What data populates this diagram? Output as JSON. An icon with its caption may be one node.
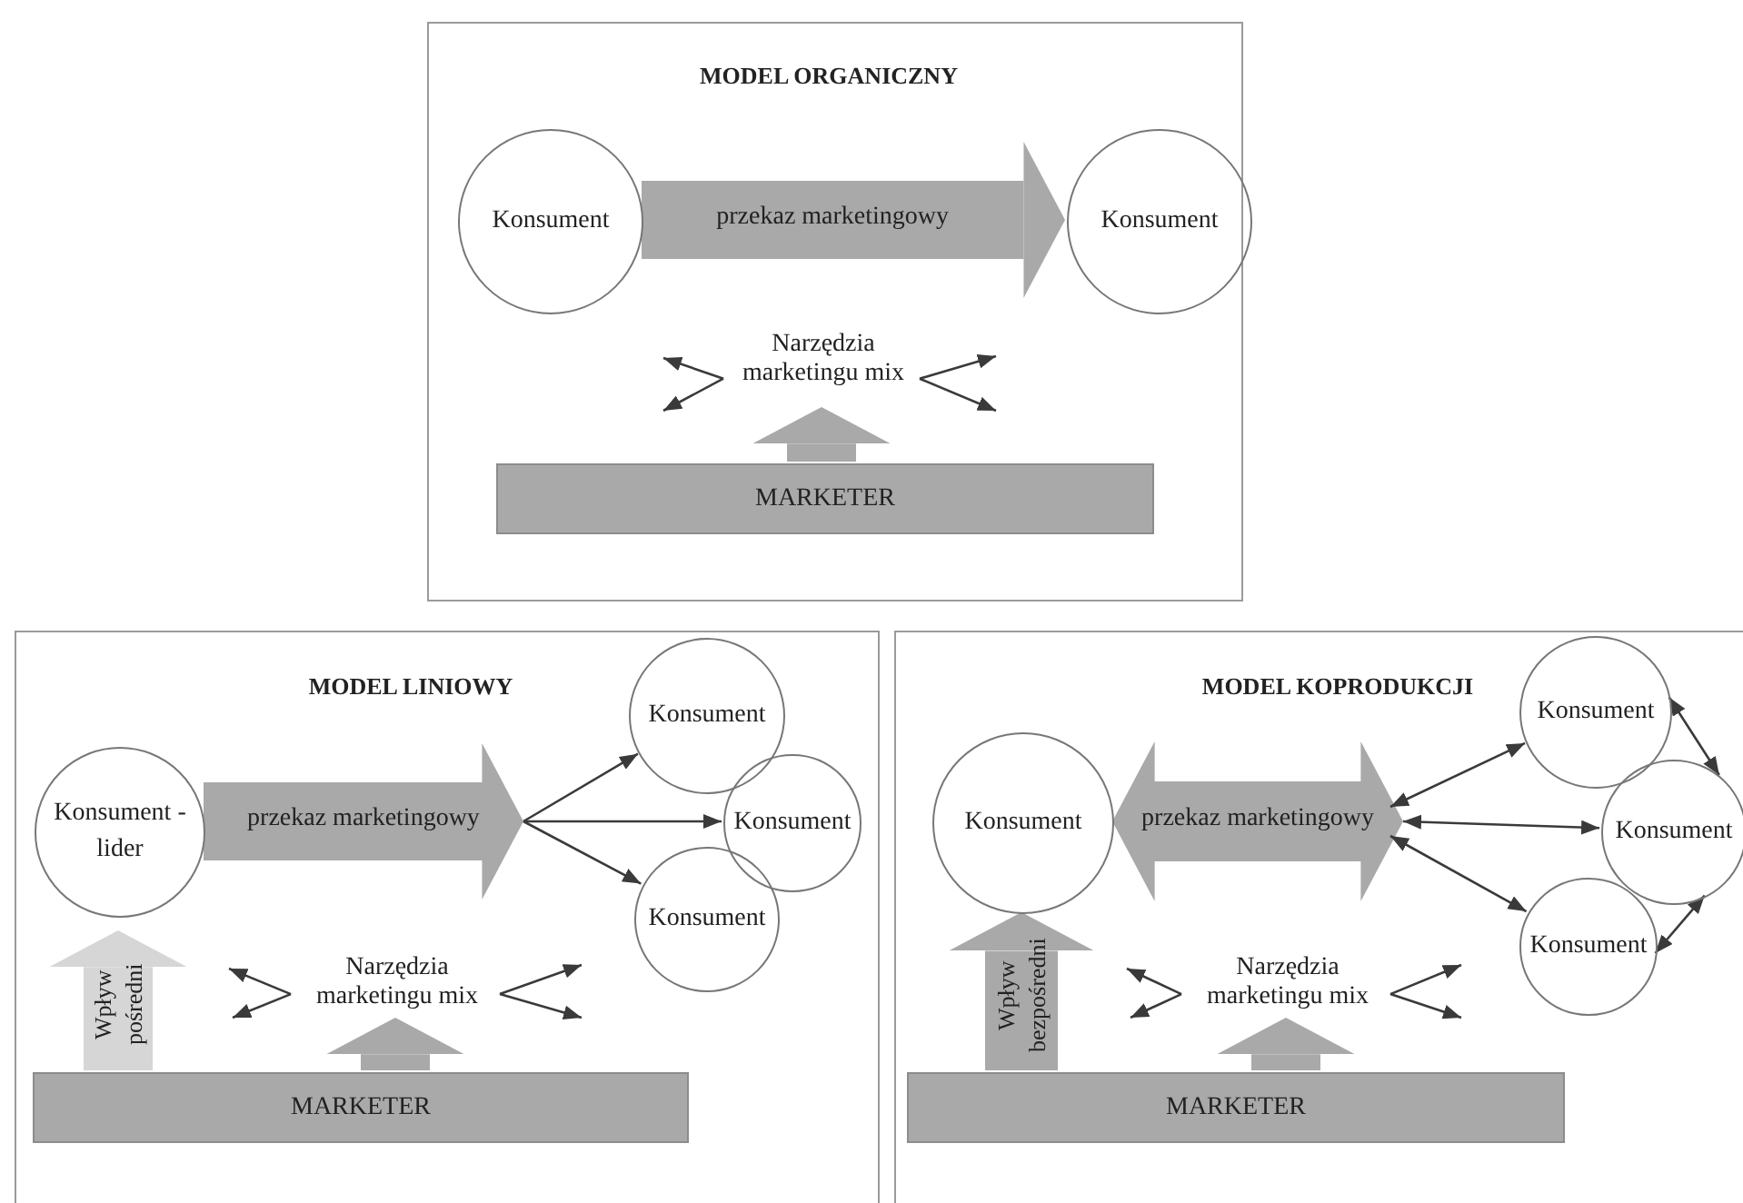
{
  "diagram": {
    "nodes": [
      {
        "text": [
          "MODEL ORGANICZNY"
        ]
      },
      {
        "text": [
          "Konsument"
        ],
        "in": 0
      },
      {
        "text": [
          "Konsument"
        ],
        "in": 0
      },
      {
        "text": [
          "Narzędzia marketingu mix"
        ],
        "in": 0
      },
      {
        "text": [
          "MARKETER"
        ],
        "in": 0
      },
      {
        "text": [
          "MODEL LINIOWY"
        ]
      },
      {
        "text": [
          "Konsument - lider"
        ],
        "in": 5
      },
      {
        "text": [
          "Konsument"
        ],
        "in": 5
      },
      {
        "text": [
          "Konsument"
        ],
        "in": 5
      },
      {
        "text": [
          "Konsument"
        ],
        "in": 5
      },
      {
        "text": [
          "Narzędzia marketingu mix"
        ],
        "in": 5
      },
      {
        "text": [
          "MARKETER"
        ],
        "in": 5
      },
      {
        "text": [
          "MODEL KOPRODUKCJI"
        ]
      },
      {
        "text": [
          "Konsument"
        ],
        "in": 12
      },
      {
        "text": [
          "Konsument"
        ],
        "in": 12
      },
      {
        "text": [
          "Konsument"
        ],
        "in": 12
      },
      {
        "text": [
          "Konsument"
        ],
        "in": 12
      },
      {
        "text": [
          "Narzędzia marketingu mix"
        ],
        "in": 12
      },
      {
        "text": [
          "MARKETER"
        ],
        "in": 12
      }
    ],
    "edges": [
      {
        "from": 1,
        "to": 2,
        "arrow": "to",
        "label": "przekaz marketingowy",
        "style": "thick",
        "color": "#a9a9a9"
      },
      {
        "from": 3,
        "to": null,
        "arrow": "to"
      },
      {
        "from": 3,
        "to": null,
        "arrow": "to"
      },
      {
        "from": 3,
        "to": null,
        "arrow": "to"
      },
      {
        "from": 3,
        "to": null,
        "arrow": "to"
      },
      {
        "from": 4,
        "to": 3,
        "arrow": "to",
        "style": "thick",
        "color": "#a9a9a9"
      },
      {
        "from": 6,
        "to": 7,
        "arrow": "to",
        "label": "przekaz marketingowy",
        "style": "thick",
        "color": "#a9a9a9"
      },
      {
        "from": 6,
        "to": 8,
        "arrow": "to",
        "style": "thick",
        "color": "#a9a9a9"
      },
      {
        "from": 6,
        "to": 9,
        "arrow": "to",
        "style": "thick",
        "color": "#a9a9a9"
      },
      {
        "from": 11,
        "to": 6,
        "arrow": "to",
        "label": "Wpływ pośredni",
        "style": "thick",
        "color": "#d6d6d6"
      },
      {
        "from": 10,
        "to": null,
        "arrow": "to"
      },
      {
        "from": 10,
        "to": null,
        "arrow": "to"
      },
      {
        "from": 10,
        "to": null,
        "arrow": "to"
      },
      {
        "from": 10,
        "to": null,
        "arrow": "to"
      },
      {
        "from": 11,
        "to": 10,
        "arrow": "to",
        "style": "thick",
        "color": "#a9a9a9"
      },
      {
        "from": 13,
        "to": 14,
        "arrow": "both",
        "label": "przekaz marketingowy",
        "style": "thick",
        "color": "#a9a9a9"
      },
      {
        "from": 13,
        "to": 15,
        "arrow": "both",
        "style": "thick",
        "color": "#a9a9a9"
      },
      {
        "from": 13,
        "to": 16,
        "arrow": "both",
        "style": "thick",
        "color": "#a9a9a9"
      },
      {
        "from": 14,
        "to": 15,
        "arrow": "both"
      },
      {
        "from": 15,
        "to": 16,
        "arrow": "both"
      },
      {
        "from": 18,
        "to": 13,
        "arrow": "to",
        "label": "Wpływ bezpośredni",
        "style": "thick",
        "color": "#a9a9a9"
      },
      {
        "from": 17,
        "to": null,
        "arrow": "to"
      },
      {
        "from": 17,
        "to": null,
        "arrow": "to"
      },
      {
        "from": 17,
        "to": null,
        "arrow": "to"
      },
      {
        "from": 17,
        "to": null,
        "arrow": "to"
      },
      {
        "from": 18,
        "to": 17,
        "arrow": "to",
        "style": "thick",
        "color": "#a9a9a9"
      }
    ]
  }
}
